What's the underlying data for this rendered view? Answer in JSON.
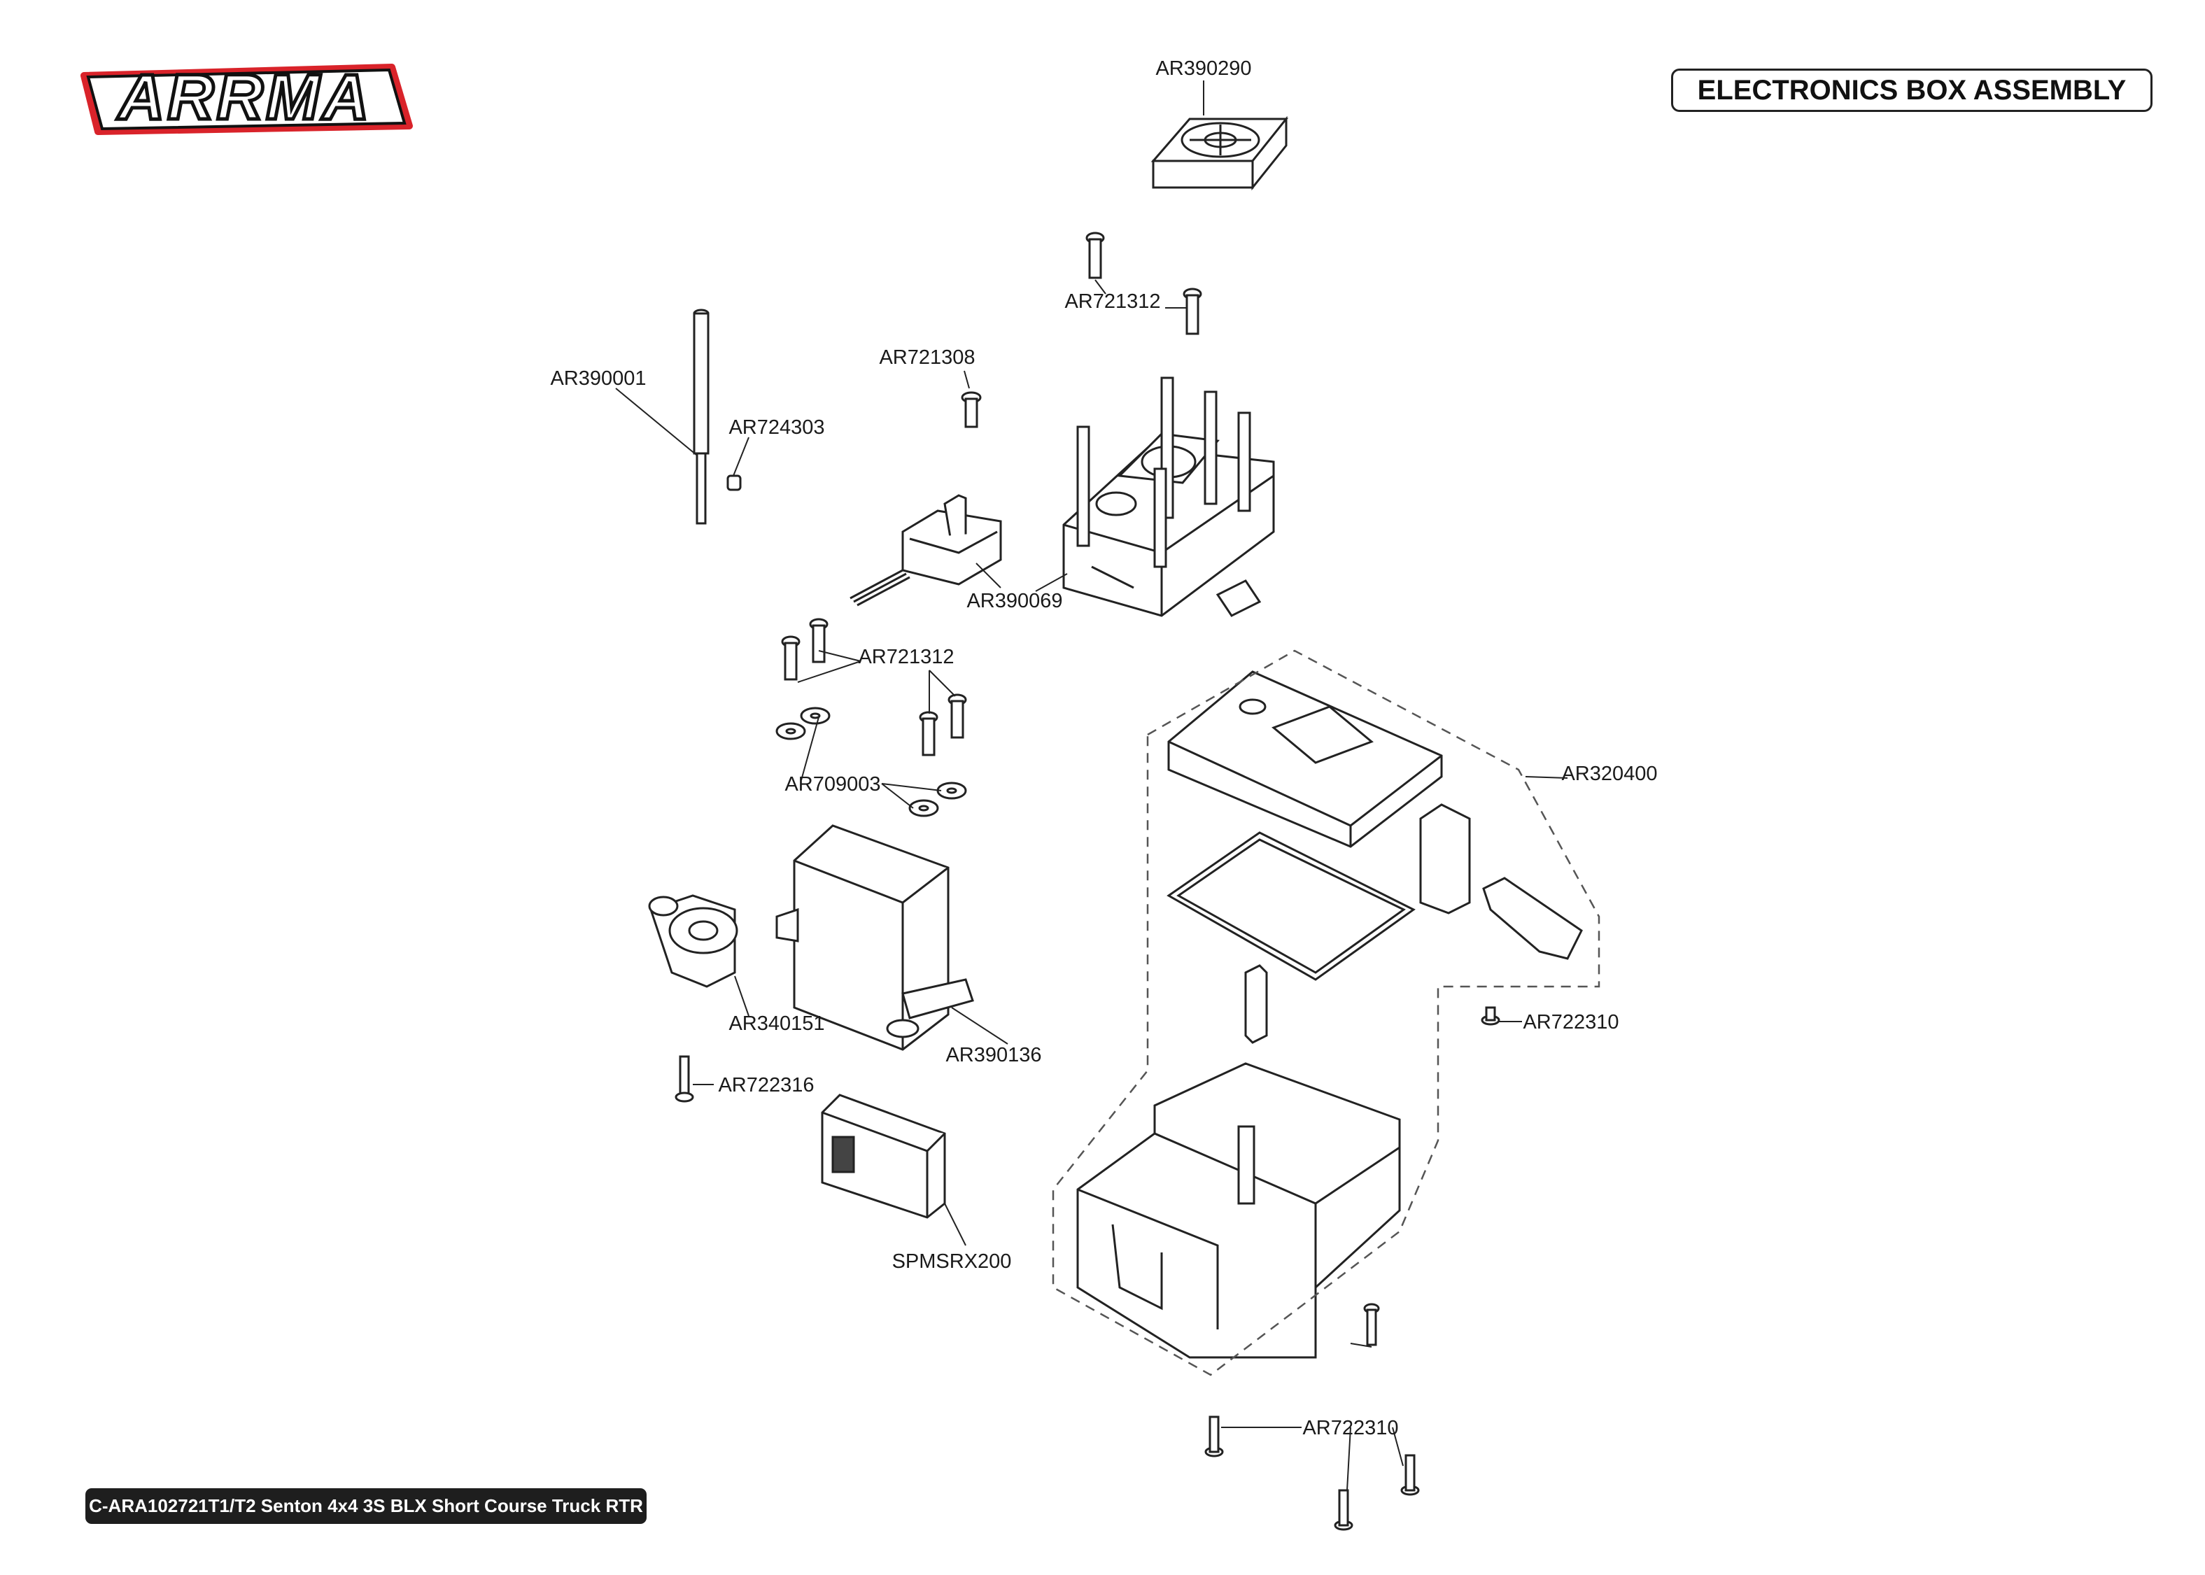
{
  "brand": {
    "logo_text": "ARRMA",
    "colors": {
      "red": "#d9232a",
      "black": "#111111"
    }
  },
  "header": {
    "title": "ELECTRONICS BOX ASSEMBLY"
  },
  "footer": {
    "model": "C-ARA102721T1/T2 Senton 4x4 3S BLX Short Course Truck RTR"
  },
  "parts": {
    "fan": "AR390290",
    "fan_screws": "AR721312",
    "antenna_tube": "AR390001",
    "antenna_cap": "AR724303",
    "switch_screw": "AR721308",
    "switch": "AR390069",
    "esc_screws": "AR721312",
    "servo_washers": "AR709003",
    "box_cover": "AR320400",
    "servo_saver": "AR340151",
    "servo": "AR390136",
    "servo_screw": "AR722316",
    "receiver": "SPMSRX200",
    "box_side_screw": "AR722310",
    "box_bottom_screws": "AR722310"
  }
}
